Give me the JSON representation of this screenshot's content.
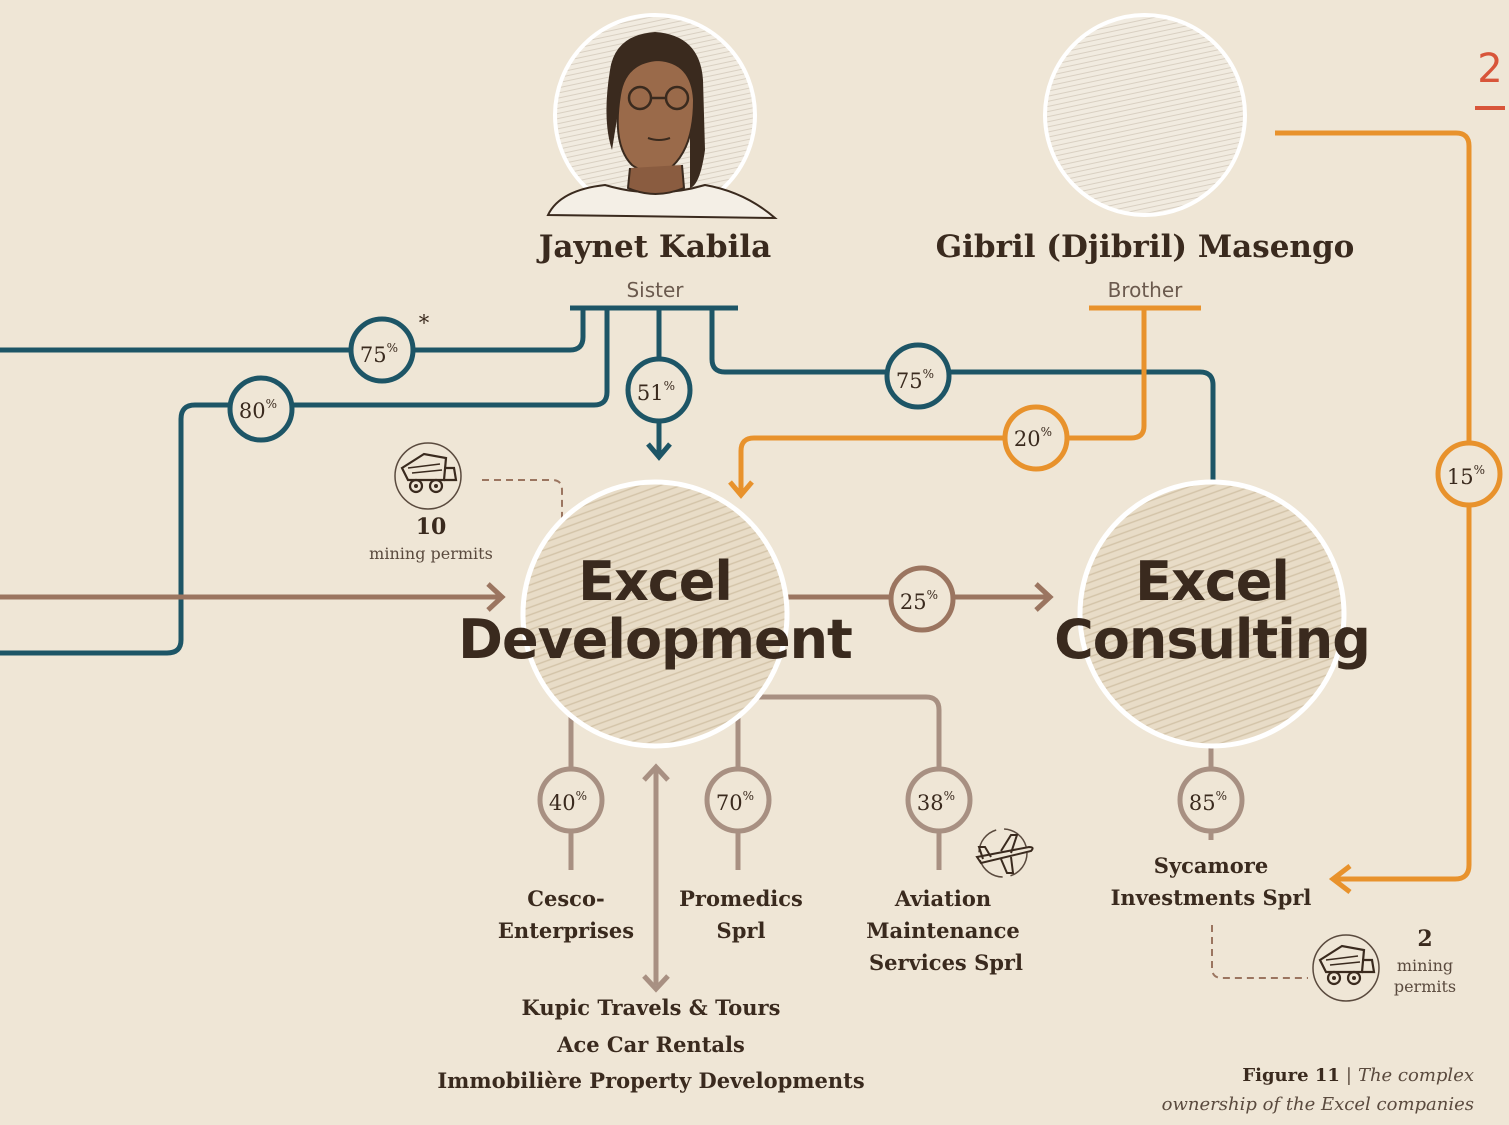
{
  "page_number": "2",
  "people": [
    {
      "name": "Jaynet Kabila",
      "role": "Sister"
    },
    {
      "name": "Gibril (Djibril) Masengo",
      "role": "Brother"
    }
  ],
  "companies": {
    "excel_development": {
      "line1": "Excel",
      "line2": "Development"
    },
    "excel_consulting": {
      "line1": "Excel",
      "line2": "Consulting"
    }
  },
  "stakes": {
    "s75a": {
      "value": "75",
      "sup": "%",
      "note": "*"
    },
    "s80": {
      "value": "80",
      "sup": "%"
    },
    "s51": {
      "value": "51",
      "sup": "%"
    },
    "s75b": {
      "value": "75",
      "sup": "%"
    },
    "s20": {
      "value": "20",
      "sup": "%"
    },
    "s15": {
      "value": "15",
      "sup": "%"
    },
    "s25": {
      "value": "25",
      "sup": "%"
    },
    "s40": {
      "value": "40",
      "sup": "%"
    },
    "s70": {
      "value": "70",
      "sup": "%"
    },
    "s38": {
      "value": "38",
      "sup": "%"
    },
    "s85": {
      "value": "85",
      "sup": "%"
    }
  },
  "subsidiaries": {
    "cesco": {
      "line1": "Cesco-",
      "line2": "Enterprises"
    },
    "promedics": {
      "line1": "Promedics",
      "line2": "Sprl"
    },
    "aviation": {
      "line1": "Aviation",
      "line2": "Maintenance",
      "line3": "Services Sprl"
    },
    "sycamore": {
      "line1": "Sycamore",
      "line2": "Investments Sprl"
    },
    "others": [
      "Kupic Travels & Tours",
      "Ace Car Rentals",
      "Immobilière Property Developments"
    ]
  },
  "permits": {
    "dev": {
      "count": "10",
      "label": "mining permits"
    },
    "syc": {
      "count": "2",
      "label1": "mining",
      "label2": "permits"
    }
  },
  "caption": {
    "figure": "Figure 11",
    "separator": "|",
    "text1": "The complex",
    "text2": "ownership of the Excel companies"
  },
  "colors": {
    "teal": "#1d5566",
    "orange": "#e8922c",
    "brown": "#9b7560",
    "light_brown": "#a89082",
    "red": "#d8553a",
    "background": "#efe6d6"
  }
}
